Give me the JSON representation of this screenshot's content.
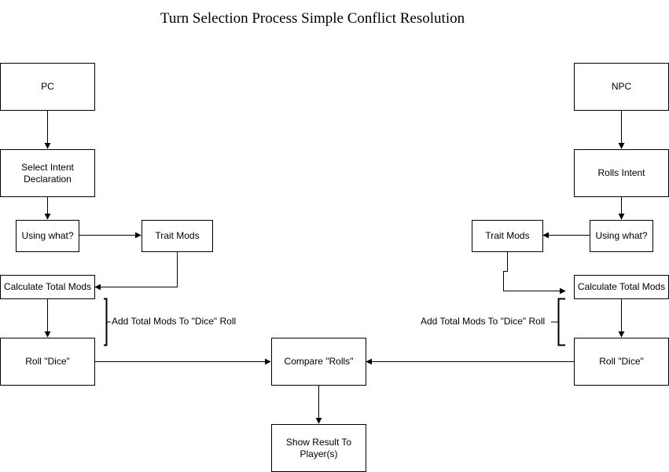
{
  "title": "Turn Selection Process Simple Conflict Resolution",
  "pc": {
    "start": "PC",
    "intent": "Select Intent\nDeclaration",
    "using": "Using what?",
    "trait": "Trait Mods",
    "total": "Calculate Total Mods",
    "roll": "Roll \"Dice\"",
    "note": "Add Total Mods To \"Dice\" Roll"
  },
  "npc": {
    "start": "NPC",
    "intent": "Rolls Intent",
    "using": "Using what?",
    "trait": "Trait Mods",
    "total": "Calculate Total Mods",
    "roll": "Roll \"Dice\"",
    "note": "Add Total Mods To \"Dice\" Roll"
  },
  "shared": {
    "compare": "Compare \"Rolls\"",
    "result": "Show Result To\nPlayer(s)"
  }
}
